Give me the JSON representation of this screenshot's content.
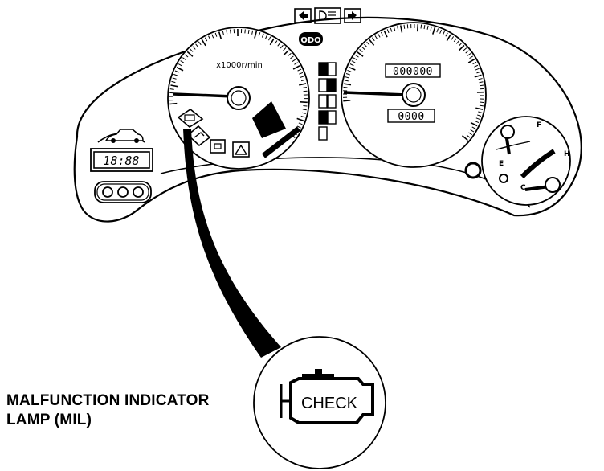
{
  "diagram": {
    "tach_unit_label": "x1000r/min",
    "clock_display": "18:88",
    "odometer_display": "000000",
    "trip_display": "0000",
    "gauge_full_mark": "F",
    "gauge_empty_mark": "E",
    "temp_hot_mark": "H",
    "temp_cold_mark": "C",
    "indicator_odo_label": "ODO",
    "inset_lamp_label": "CHECK",
    "callout_line1": "MALFUNCTION INDICATOR",
    "callout_line2": "LAMP (MIL)"
  }
}
